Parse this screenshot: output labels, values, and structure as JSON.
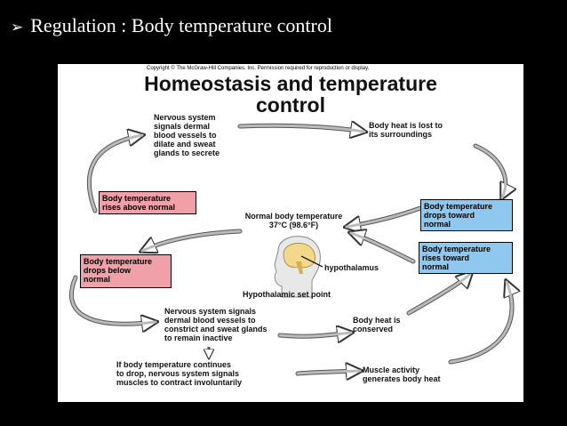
{
  "slide": {
    "bullet_icon": "arrow-bullet-icon",
    "title": "Regulation : Body temperature control"
  },
  "figure": {
    "copyright": "Copyright © The McGraw-Hill Companies, Inc. Permission required for reproduction or display.",
    "title_line1": "Homeostasis and temperature",
    "title_line2": "control",
    "nervous_dilate": [
      "Nervous system",
      "signals dermal",
      "blood vessels to",
      "dilate and sweat",
      "glands to secrete"
    ],
    "heat_lost": [
      "Body heat is lost to",
      "its surroundings"
    ],
    "rises_above": [
      "Body temperature",
      "rises above normal"
    ],
    "normal_temp": [
      "Normal body temperature",
      "37°C (98.6°F)"
    ],
    "drops_toward": [
      "Body temperature",
      "drops toward",
      "normal"
    ],
    "drops_below": [
      "Body temperature",
      "drops below",
      "normal"
    ],
    "hypothalamus": "hypothalamus",
    "set_point": "Hypothalamic set point",
    "rises_toward": [
      "Body temperature",
      "rises toward",
      "normal"
    ],
    "nervous_constrict": [
      "Nervous system signals",
      "dermal blood vessels to",
      "constrict and sweat glands",
      "to remain inactive"
    ],
    "heat_conserved": [
      "Body heat is",
      "conserved"
    ],
    "continues_drop": [
      "If body temperature continues",
      "to drop, nervous system signals",
      "muscles to contract involuntarily"
    ],
    "muscle_activity": [
      "Muscle activity",
      "generates body heat"
    ]
  },
  "colors": {
    "background": "#000000",
    "warm_box": "#f0a0a8",
    "cool_box": "#8fc8ee",
    "arrow": "#bbbbbb",
    "brain": "#f2d98a"
  }
}
